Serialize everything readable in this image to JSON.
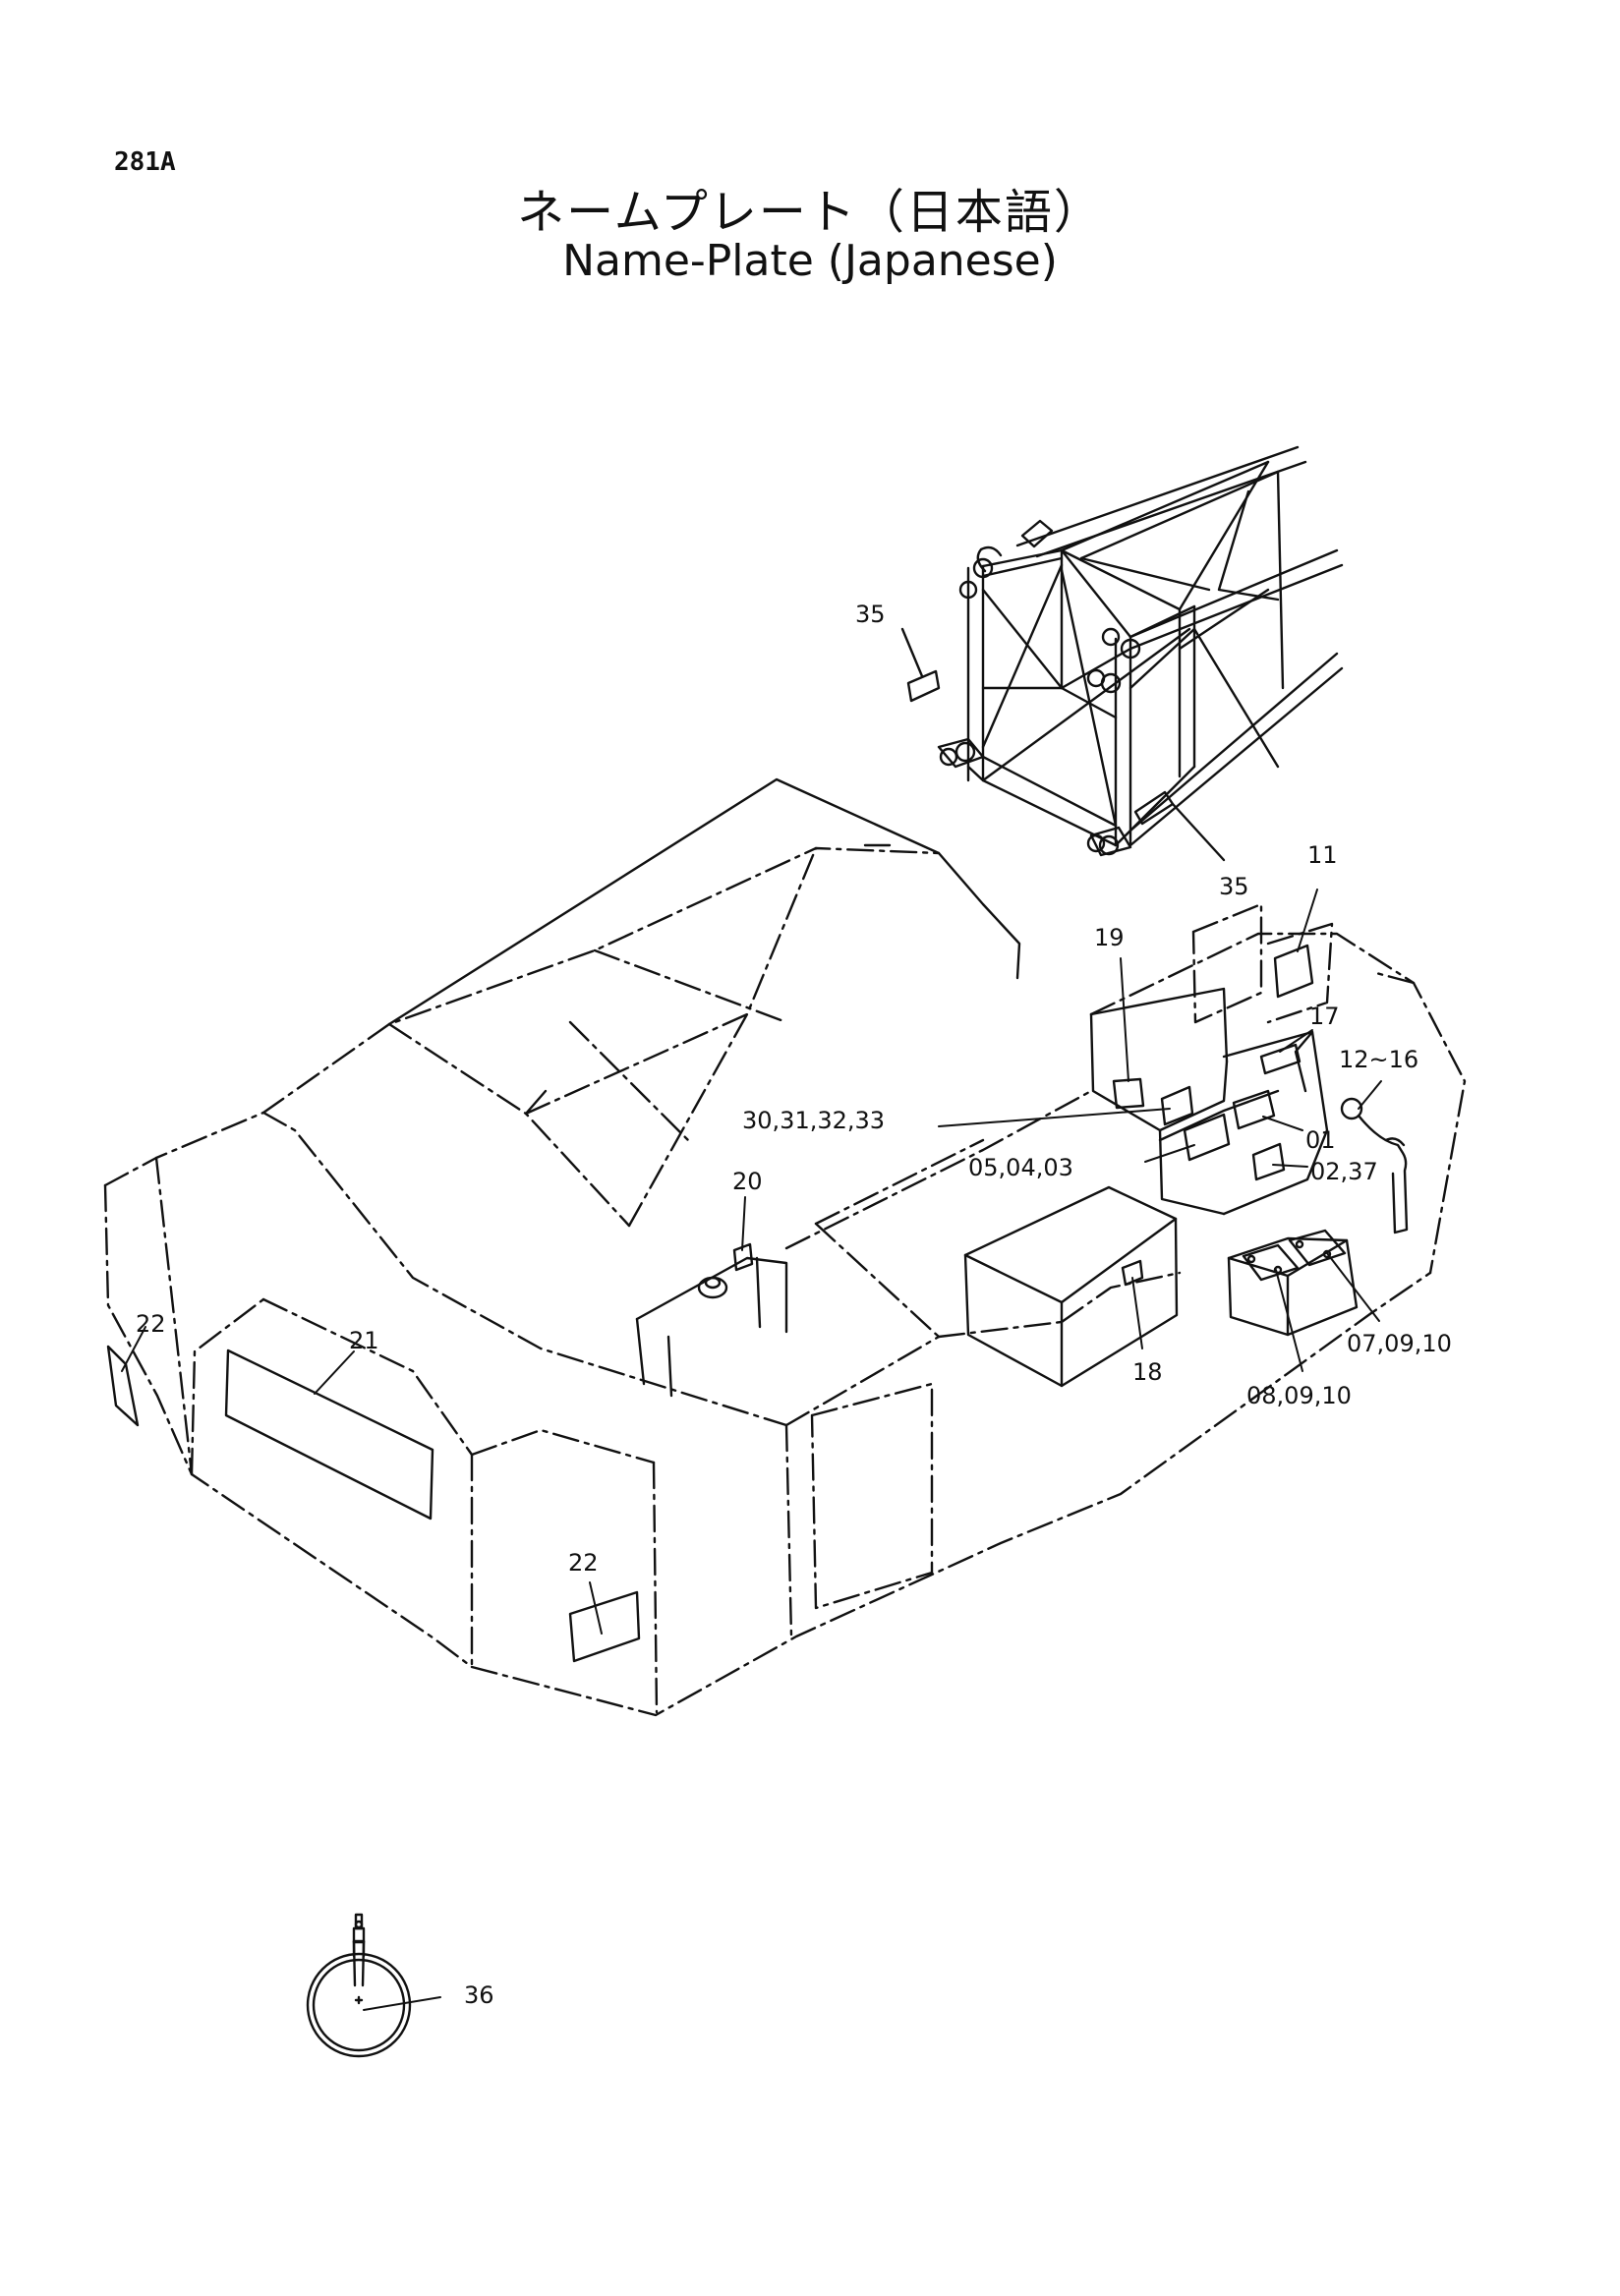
{
  "header": {
    "page_code": "281A",
    "title_jp": "ネームプレート（日本語）",
    "title_en": "Name-Plate (Japanese)"
  },
  "callouts": {
    "c35a": "35",
    "c35b": "35",
    "c11": "11",
    "c19": "19",
    "c17": "17",
    "c12_16": "12~16",
    "c30_33": "30,31,32,33",
    "c01": "01",
    "c05_03": "05,04,03",
    "c02_37": "02,37",
    "c20": "20",
    "c22a": "22",
    "c21": "21",
    "c18": "18",
    "c07": "07,09,10",
    "c08": "08,09,10",
    "c22b": "22",
    "c36": "36"
  }
}
